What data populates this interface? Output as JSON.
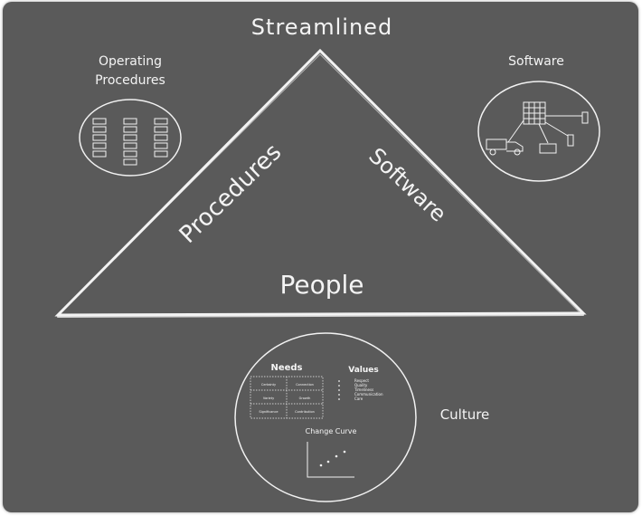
{
  "title": "Streamlined",
  "triangle": {
    "left_side": "Procedures",
    "right_side": "Software",
    "base": "People"
  },
  "operating_procedures": {
    "label_line1": "Operating",
    "label_line2": "Procedures"
  },
  "software_panel": {
    "label": "Software"
  },
  "culture": {
    "label": "Culture",
    "needs": {
      "title": "Needs",
      "cells": [
        "Certainty",
        "Connection",
        "Variety",
        "Growth",
        "Significance",
        "Contribution"
      ]
    },
    "values": {
      "title": "Values",
      "items": [
        "Respect",
        "Quality",
        "Timeliness",
        "Communication",
        "Care"
      ]
    },
    "change_curve": {
      "title": "Change Curve"
    }
  },
  "colors": {
    "board": "#5a5a5a",
    "chalk": "#f2f2f2"
  }
}
